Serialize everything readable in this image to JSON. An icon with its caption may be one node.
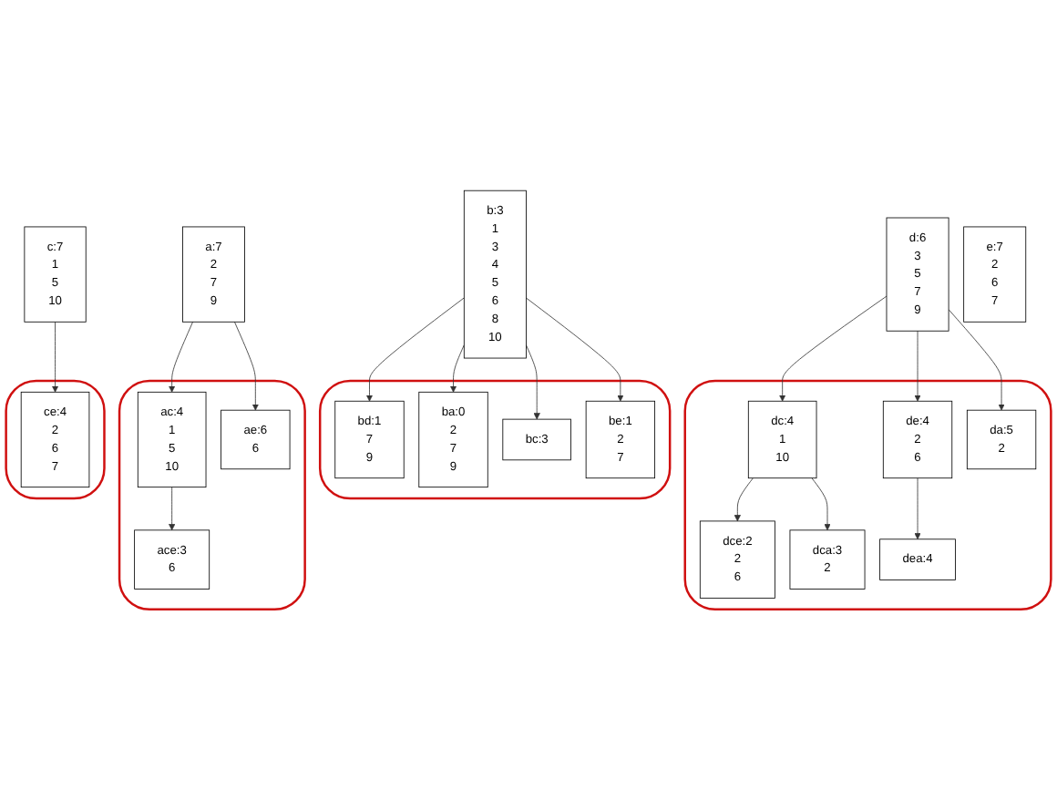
{
  "diagram": {
    "nodes": [
      {
        "text": [
          "b:3",
          "1",
          "3",
          "4",
          "5",
          "6",
          "8",
          "10"
        ]
      },
      {
        "text": [],
        "shape": "loop"
      },
      {
        "text": [
          "bd:1",
          "7",
          "9"
        ],
        "in": 1
      },
      {
        "text": [
          "ba:0",
          "2",
          "7",
          "9"
        ],
        "in": 1
      },
      {
        "text": [
          "bc:3"
        ],
        "in": 1
      },
      {
        "text": [
          "be:1",
          "2",
          "7"
        ],
        "in": 1
      },
      {
        "text": [
          "d:6",
          "3",
          "5",
          "7",
          "9"
        ]
      },
      {
        "text": [],
        "shape": "loop"
      },
      {
        "text": [
          "dc:4",
          "1",
          "10"
        ],
        "in": 7
      },
      {
        "text": [
          "de:4",
          "2",
          "6"
        ],
        "in": 7
      },
      {
        "text": [
          "da:5",
          "2"
        ],
        "in": 7
      },
      {
        "text": [
          "dce:2",
          "2",
          "6"
        ],
        "in": 7
      },
      {
        "text": [
          "dca:3",
          "2"
        ],
        "in": 7
      },
      {
        "text": [
          "dea:4"
        ],
        "in": 7
      },
      {
        "text": [
          "a:7",
          "2",
          "7",
          "9"
        ]
      },
      {
        "text": [],
        "shape": "loop"
      },
      {
        "text": [
          "ac:4",
          "1",
          "5",
          "10"
        ],
        "in": 15
      },
      {
        "text": [
          "ae:6",
          "6"
        ],
        "in": 15
      },
      {
        "text": [
          "ace:3",
          "6"
        ],
        "in": 15
      },
      {
        "text": [
          "c:7",
          "1",
          "5",
          "10"
        ]
      },
      {
        "text": [],
        "shape": "loop"
      },
      {
        "text": [
          "ce:4",
          "2",
          "6",
          "7"
        ],
        "in": 20
      },
      {
        "text": [
          "e:7",
          "2",
          "6",
          "7"
        ]
      }
    ],
    "edges": [
      {
        "from": 0,
        "to": 2,
        "arrow": "to"
      },
      {
        "from": 0,
        "to": 3,
        "arrow": "to"
      },
      {
        "from": 0,
        "to": 4,
        "arrow": "to"
      },
      {
        "from": 0,
        "to": 5,
        "arrow": "to"
      },
      {
        "from": 6,
        "to": 8,
        "arrow": "to"
      },
      {
        "from": 6,
        "to": 9,
        "arrow": "to"
      },
      {
        "from": 6,
        "to": 10,
        "arrow": "to"
      },
      {
        "from": 8,
        "to": 11,
        "arrow": "to"
      },
      {
        "from": 8,
        "to": 12,
        "arrow": "to"
      },
      {
        "from": 9,
        "to": 13,
        "arrow": "to"
      },
      {
        "from": 14,
        "to": 16,
        "arrow": "to"
      },
      {
        "from": 14,
        "to": 17,
        "arrow": "to"
      },
      {
        "from": 16,
        "to": 18,
        "arrow": "to"
      },
      {
        "from": 19,
        "to": 21,
        "arrow": "to"
      }
    ]
  }
}
